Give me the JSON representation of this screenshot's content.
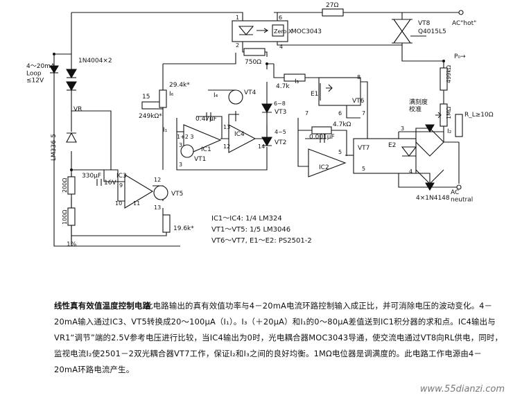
{
  "diagram": {
    "labels": {
      "loop": "4～20mA\nLoop\n≤12V",
      "diode_pair": "1N4004×2",
      "ref": "LM336-5",
      "vr": "VR",
      "r27": "27Ω",
      "opto1_name": "MOC3043",
      "zero_x": "Zero X",
      "vt8": "VT8",
      "vt8_part": "Q4015L5",
      "ac_hot": "AC\"hot\"",
      "r750": "750Ω",
      "p0": "P₀→",
      "r294": "29.4k*",
      "r6": "I₆",
      "i4": "I₄",
      "vt4": "VT4",
      "n15": "15",
      "r249": "249kΩ*",
      "i1": "I₁",
      "c047": "0.47μF",
      "ic4": "IC4",
      "ic1": "IC1",
      "n123": "1+2 3",
      "vt1": "VT1",
      "r47": "4.7k",
      "i3": "I₃",
      "e1": "E1",
      "vt6": "VT6",
      "n68": "6~8",
      "vt3": "VT3",
      "n45": "4~5",
      "vt2": "VT2",
      "r47b": "4.7kΩ",
      "c0001": "0.001μF",
      "ic2": "IC2",
      "vt7": "VT7",
      "e2": "E2",
      "r499": "499kΩ",
      "r1m": "1MΩ",
      "cal": "满刻度\n校准",
      "i2": "I₂",
      "rl": "R_L≥10Ω",
      "c330": "330μF",
      "v16": "16V",
      "ic3": "IC3",
      "vt5": "VT5",
      "r200": "200Ω",
      "r100": "100Ω",
      "r196": "19.6k*",
      "pct": "1%",
      "bridge": "4×1N4148",
      "ac_neutral": "AC\nneutral",
      "pins": [
        "1",
        "2",
        "3",
        "4",
        "5",
        "6",
        "7",
        "8",
        "9",
        "10",
        "11",
        "12",
        "13",
        "14"
      ],
      "legend_1": "IC1～IC4: 1/4 LM324",
      "legend_2": "VT1～VT5: 1/5 LM3046",
      "legend_3": "VT6～VT7, E1～E2: PS2501-2"
    }
  },
  "caption": {
    "title": "线性真有效值温度控制电路",
    "body": "此电路输出的真有效值功率与4－20mA电流环路控制输入成正比，并可消除电压的波动变化。4－20mA输入通过IC3、VT5转换成20～100μA（I₁）。I₃（＋20μA）和I₁的0～80μA差值送到IC1积分器的求和点。IC4输出与VR1“调节”端的2.5V参考电压进行比较，当IC4输出为0时，光电耦合器MOC3043导通，使交流电通过VT8向RL供电，同时，监视电流I₂使2501－2双光耦合器VT7工作，保证I₂和I₃之间的良好均衡。1MΩ电位器是调满度的。此电路工作电源由4－20mA环路电流产生。"
  },
  "watermark": "www.55dianzi.com"
}
